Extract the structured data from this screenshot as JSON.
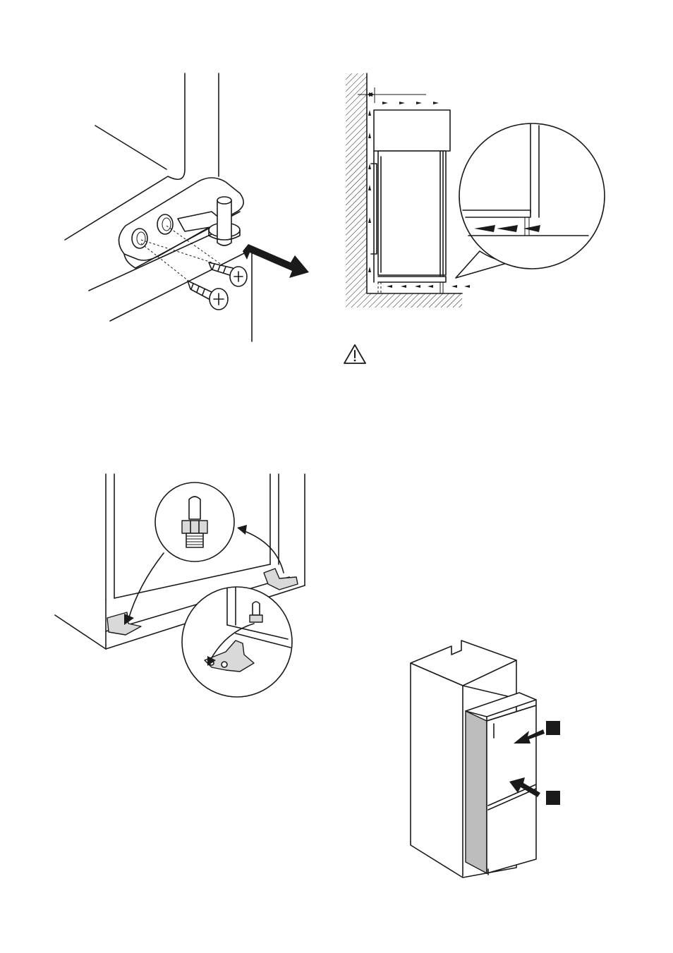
{
  "figures": [
    {
      "id": "hinge-pin-screws",
      "icons": [
        "hinge-pin-icon",
        "screw-icon",
        "screw-icon",
        "arrow-icon"
      ]
    },
    {
      "id": "ventilation-airflow",
      "icons": [
        "wall-hatch-icon",
        "airflow-arrow-icon",
        "magnifier-circle-icon"
      ]
    },
    {
      "id": "warning",
      "icons": [
        "warning-triangle-icon"
      ]
    },
    {
      "id": "hinge-pin-transfer",
      "icons": [
        "hinge-pin-icon",
        "curved-arrow-icon",
        "magnifier-circle-icon"
      ]
    },
    {
      "id": "appliance-push-in",
      "icons": [
        "appliance-icon",
        "arrow-icon",
        "step-marker-icon",
        "step-marker-icon"
      ]
    }
  ],
  "colors": {
    "line": "#1a1a1a",
    "panel": "#bdbdbd",
    "background": "#ffffff"
  }
}
